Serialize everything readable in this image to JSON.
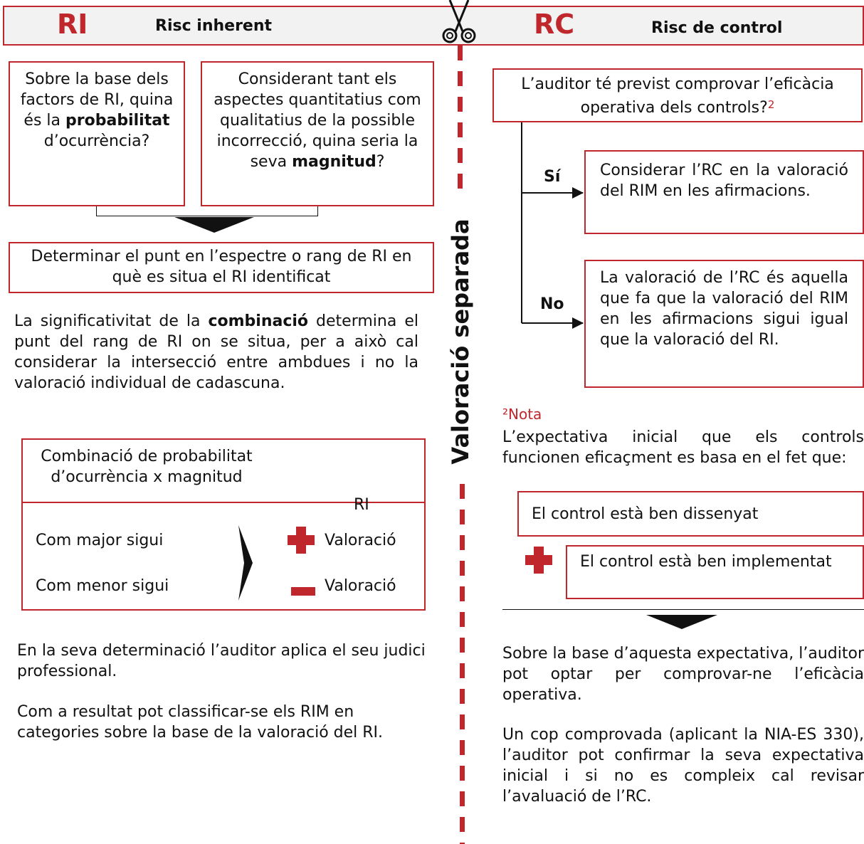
{
  "header": {
    "ri_code": "RI",
    "ri_title": "Risc inherent",
    "rc_code": "RC",
    "rc_title": "Risc de control"
  },
  "divider": {
    "label": "Valoració separada",
    "icon": "scissors-icon"
  },
  "left": {
    "box_probability": {
      "pre": "Sobre la base dels factors de RI, quina és la",
      "bold": "probabilitat",
      "post": "d’ocurrència?"
    },
    "box_magnitude": {
      "pre": "Considerant tant els aspectes quantitatius com qualitatius de la possible incorrecció, quina seria la seva",
      "bold": "magnitud",
      "post": "?"
    },
    "box_determine": "Determinar el punt en l’espectre o rang de RI en què es situa el RI identificat",
    "para_combination": {
      "pre": "La significativitat de la",
      "bold": "combinació",
      "post": "determina el punt del rang de RI on se situa, per a això  cal considerar la intersecció entre ambdues i no la valoració individual de cadascuna."
    },
    "table": {
      "header_col1": "Combinació de probabilitat d’ocurrència x magnitud",
      "header_col2": "RI",
      "row1_label": "Com major sigui",
      "row1_value": "Valoració",
      "row2_label": "Com menor sigui",
      "row2_value": "Valoració"
    },
    "para_judgement": "En la seva determinació l’auditor aplica el seu judici professional.",
    "para_result": "Com a resultat pot classificar-se els RIM en categories sobre la base de la valoració del RI."
  },
  "right": {
    "question_box": "L’auditor té previst comprovar l’eficàcia operativa dels controls?",
    "question_sup": "2",
    "yes_label": "Sí",
    "yes_box": "Considerar l’RC en la valoració del RIM en les afirmacions.",
    "no_label": "No",
    "no_box": "La valoració de l’RC és aquella que fa que la valoració del RIM en les afirmacions sigui igual que la valoració del RI.",
    "note_title": "²Nota",
    "note_text": "L’expectativa inicial que els controls funcionen eficaçment es basa en el fet que:",
    "control_designed": "El control està ben dissenyat",
    "control_implemented": "El control està ben implementat",
    "para_expectation": "Sobre la base d’aquesta expectativa, l’auditor pot optar per comprovar-ne l’eficàcia operativa.",
    "para_verified": "Un cop comprovada (aplicant la NIA-ES 330), l’auditor pot confirmar la seva expectativa inicial i si no es compleix cal revisar l’avaluació de l’RC."
  },
  "colors": {
    "accent": "#c0272d",
    "header_bg": "#f2f2f2",
    "text": "#111111"
  }
}
